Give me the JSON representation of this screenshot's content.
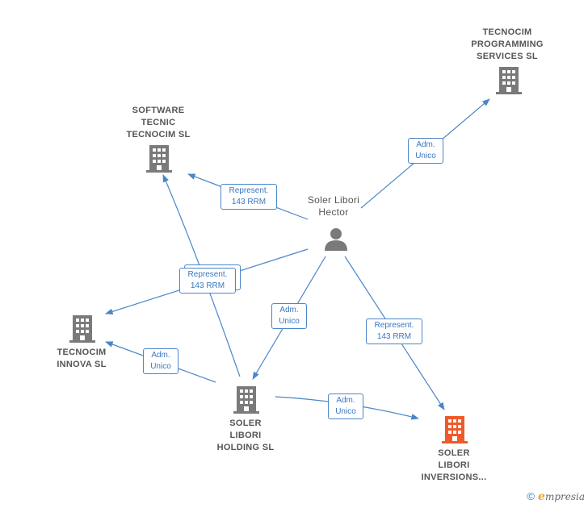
{
  "colors": {
    "edge": "#4a86c8",
    "company": "#7a7a7a",
    "company_highlight": "#ef5a2a",
    "person": "#7a7a7a"
  },
  "nodes": {
    "tecnocim_programming": {
      "lines": [
        "TECNOCIM",
        "PROGRAMMING",
        "SERVICES  SL"
      ],
      "icon": "building-icon"
    },
    "software_tecnic": {
      "lines": [
        "SOFTWARE",
        "TECNIC",
        "TECNOCIM SL"
      ],
      "icon": "building-icon"
    },
    "soler_libori_hector": {
      "lines": [
        "Soler Libori",
        "Hector"
      ],
      "icon": "person-icon"
    },
    "tecnocim_innova": {
      "lines": [
        "TECNOCIM",
        "INNOVA  SL"
      ],
      "icon": "building-icon"
    },
    "soler_libori_holding": {
      "lines": [
        "SOLER",
        "LIBORI",
        "HOLDING  SL"
      ],
      "icon": "building-icon"
    },
    "soler_libori_inversions": {
      "lines": [
        "SOLER",
        "LIBORI",
        "INVERSIONS..."
      ],
      "icon": "building-icon"
    }
  },
  "edges": {
    "hector_programming": {
      "lines": [
        "Adm.",
        "Unico"
      ]
    },
    "hector_software": {
      "lines": [
        "Represent.",
        "143 RRM"
      ]
    },
    "hector_innova": {
      "lines": [
        "Represent.",
        "143 RRM"
      ]
    },
    "hector_holding": {
      "lines": [
        "Adm.",
        "Unico"
      ]
    },
    "hector_inversions": {
      "lines": [
        "Represent.",
        "143 RRM"
      ]
    },
    "holding_innova": {
      "lines": [
        "Adm.",
        "Unico"
      ]
    },
    "holding_inversions": {
      "lines": [
        "Adm.",
        "Unico"
      ]
    }
  },
  "footer": {
    "copyright": "©",
    "brand_initial": "e",
    "brand_rest": "mpresia"
  }
}
